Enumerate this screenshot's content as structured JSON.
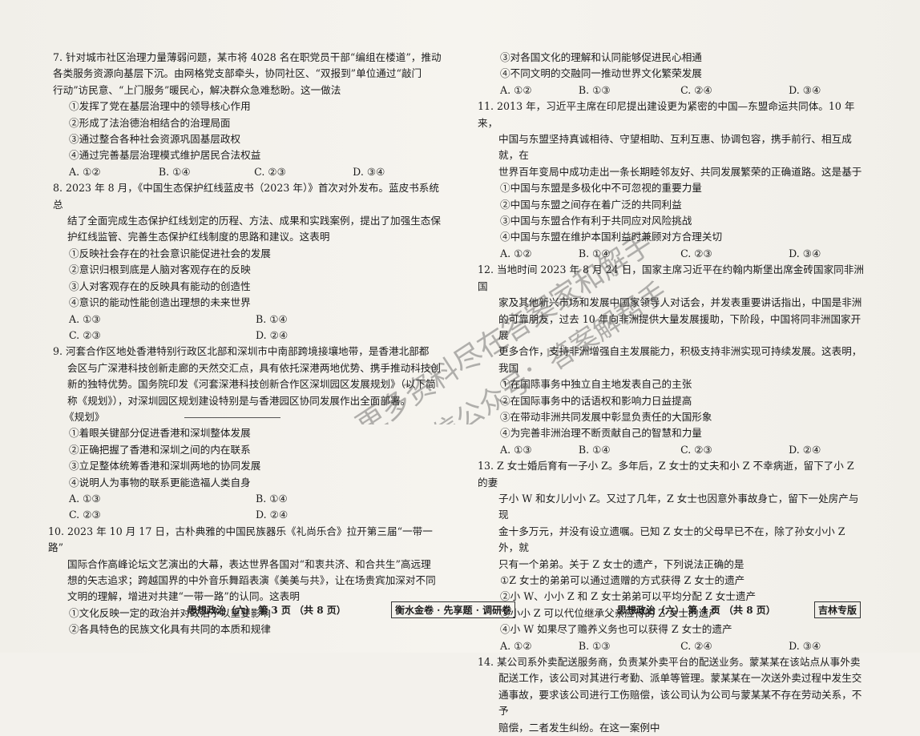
{
  "left": {
    "q7": {
      "stem1": "7. 针对城市社区治理力量薄弱问题，某市将 4028 名在职党员干部“编组在楼道”，推动",
      "stem2": "各类服务资源向基层下沉。由网格党支部牵头，协同社区、“双报到”单位通过“敲门",
      "stem3": "行动”访民意、“上门服务”暖民心，解决群众急难愁盼。这一做法",
      "o1": "①发挥了党在基层治理中的领导核心作用",
      "o2": "②形成了法治德治相结合的治理局面",
      "o3": "③通过整合各种社会资源巩固基层政权",
      "o4": "④通过完善基层治理模式维护居民合法权益",
      "a": "A. ①②",
      "b": "B. ①④",
      "c": "C. ②③",
      "d": "D. ③④"
    },
    "q8": {
      "stem1": "8. 2023 年 8 月，《中国生态保护红线蓝皮书（2023 年）》首次对外发布。蓝皮书系统总",
      "stem2": "结了全面完成生态保护红线划定的历程、方法、成果和实践案例，提出了加强生态保",
      "stem3": "护红线监管、完善生态保护红线制度的思路和建议。这表明",
      "o1": "①反映社会存在的社会意识能促进社会的发展",
      "o2": "②意识归根到底是人脑对客观存在的反映",
      "o3": "③人对客观存在的反映具有能动的创造性",
      "o4": "④意识的能动性能创造出理想的未来世界",
      "a": "A. ①③",
      "b": "B. ①④",
      "c": "C. ②③",
      "d": "D. ②④"
    },
    "q9": {
      "stem1": "9. 河套合作区地处香港特别行政区北部和深圳市中南部跨境接壤地带，是香港北部都",
      "stem2": "会区与广深港科技创新走廊的天然交汇点，具有依托深港两地优势、携手推动科技创",
      "stem3": "新的独特优势。国务院印发《河套深港科技创新合作区深圳园区发展规划》（以下简",
      "stem4": "称《规划》），对深圳园区规划建设特别是与香港园区协同发展作出全面部署。",
      "stem5": "《规划》",
      "o1": "①着眼关键部分促进香港和深圳整体发展",
      "o2": "②正确把握了香港和深圳之间的内在联系",
      "o3": "③立足整体统筹香港和深圳两地的协同发展",
      "o4": "④说明人为事物的联系更能造福人类自身",
      "a": "A. ①③",
      "b": "B. ①④",
      "c": "C. ②③",
      "d": "D. ②④"
    },
    "q10": {
      "stem1": "10. 2023 年 10 月 17 日，古朴典雅的中国民族器乐《礼尚乐合》拉开第三届“一带一路”",
      "stem2": "国际合作高峰论坛文艺演出的大幕，表达世界各国对“和衷共济、和合共生”高远理",
      "stem3": "想的矢志追求；跨越国界的中外音乐舞蹈表演《美美与共》，让在场贵宾加深对不同",
      "stem4": "文明的理解，增进对共建“一带一路”的认同。这表明",
      "o1": "①文化反映一定的政治并对政治予以重要影响",
      "o2": "②各具特色的民族文化具有共同的本质和规律"
    }
  },
  "right": {
    "q10cont": {
      "o3": "③对各国文化的理解和认同能够促进民心相通",
      "o4": "④不同文明的交融同一推动世界文化繁荣发展",
      "a": "A. ①②",
      "b": "B. ①③",
      "c": "C. ②④",
      "d": "D. ③④"
    },
    "q11": {
      "stem1": "11. 2013 年，习近平主席在印尼提出建设更为紧密的中国—东盟命运共同体。10 年来，",
      "stem2": "中国与东盟坚持真诚相待、守望相助、互利互惠、协调包容，携手前行、相互成就，在",
      "stem3": "世界百年变局中成功走出一条长期睦邻友好、共同发展繁荣的正确道路。这是基于",
      "o1": "①中国与东盟是多极化中不可忽视的重要力量",
      "o2": "②中国与东盟之间存在着广泛的共同利益",
      "o3": "③中国与东盟合作有利于共同应对风险挑战",
      "o4": "④中国与东盟在维护本国利益时兼顾对方合理关切",
      "a": "A. ①②",
      "b": "B. ①④",
      "c": "C. ②③",
      "d": "D. ③④"
    },
    "q12": {
      "stem1": "12. 当地时间 2023 年 8 月 24 日，国家主席习近平在约翰内斯堡出席金砖国家同非洲国",
      "stem2": "家及其他新兴市场和发展中国家领导人对话会，并发表重要讲话指出，中国是非洲",
      "stem3": "的可靠朋友，过去 10 年向非洲提供大量发展援助，下阶段，中国将同非洲国家开展",
      "stem4": "更多合作，支持非洲增强自主发展能力，积极支持非洲实现可持续发展。这表明，",
      "stem5": "我国",
      "o1": "①在国际事务中独立自主地发表自己的主张",
      "o2": "②在国际事务中的话语权和影响力日益提高",
      "o3": "③在带动非洲共同发展中彰显负责任的大国形象",
      "o4": "④为完善非洲治理不断贡献自己的智慧和力量",
      "a": "A. ①③",
      "b": "B. ①④",
      "c": "C. ②③",
      "d": "D. ②④"
    },
    "q13": {
      "stem1": "13. Z 女士婚后育有一子小 Z。多年后，Z 女士的丈夫和小 Z 不幸病逝，留下了小 Z 的妻",
      "stem2": "子小 W 和女儿小小 Z。又过了几年，Z 女士也因意外事故身亡，留下一处房产与现",
      "stem3": "金十多万元，并没有设立遗嘱。已知 Z 女士的父母早已不在，除了孙女小小 Z 外，就",
      "stem4": "只有一个弟弟。关于 Z 女士的遗产，下列说法正确的是",
      "o1": "①Z 女士的弟弟可以通过遗赠的方式获得 Z 女士的遗产",
      "o2": "②小 W、小小 Z 和 Z 女士弟弟可以平均分配 Z 女士遗产",
      "o3": "③小小 Z 可以代位继承父亲应得的 Z 女士的遗产",
      "o4": "④小 W 如果尽了赡养义务也可以获得 Z 女士的遗产",
      "a": "A. ①②",
      "b": "B. ①③",
      "c": "C. ②④",
      "d": "D. ③④"
    },
    "q14": {
      "stem1": "14. 某公司系外卖配送服务商，负责某外卖平台的配送业务。蒙某某在该站点从事外卖",
      "stem2": "配送工作，该公司对其进行考勤、派单等管理。蒙某某在一次送外卖过程中发生交",
      "stem3": "通事故，要求该公司进行工伤赔偿，该公司认为公司与蒙某某不存在劳动关系，不予",
      "stem4": "赔偿，二者发生纠纷。在这一案例中"
    }
  },
  "footer": {
    "left": "思想政治（六） 第 3 页 （共 8 页）",
    "center": "衡水金卷 · 先享题 · 调研卷",
    "right": "思想政治（六） 第 4 页 （共 8 页）",
    "tag": "吉林专版"
  },
  "watermark": {
    "line1": "更多资料尽在答案家和解手",
    "line2": "微信公众号：答案解帮手"
  }
}
